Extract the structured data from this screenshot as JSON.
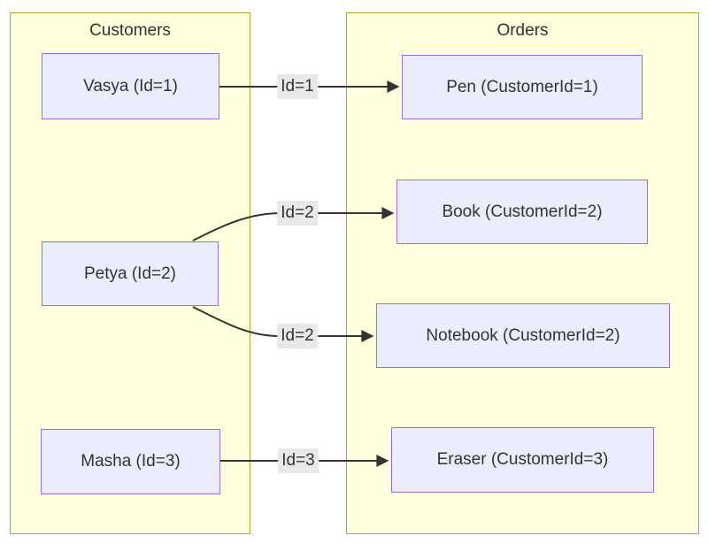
{
  "diagram": {
    "clusters": [
      {
        "id": "customers",
        "title": "Customers",
        "nodes": [
          {
            "label": "Vasya (Id=1)"
          },
          {
            "label": "Petya (Id=2)"
          },
          {
            "label": "Masha (Id=3)"
          }
        ]
      },
      {
        "id": "orders",
        "title": "Orders",
        "nodes": [
          {
            "label": "Pen (CustomerId=1)"
          },
          {
            "label": "Book (CustomerId=2)"
          },
          {
            "label": "Notebook (CustomerId=2)"
          },
          {
            "label": "Eraser (CustomerId=3)"
          }
        ]
      }
    ],
    "edges": [
      {
        "from": "Vasya (Id=1)",
        "to": "Pen (CustomerId=1)",
        "label": "Id=1"
      },
      {
        "from": "Petya (Id=2)",
        "to": "Book (CustomerId=2)",
        "label": "Id=2"
      },
      {
        "from": "Petya (Id=2)",
        "to": "Notebook (CustomerId=2)",
        "label": "Id=2"
      },
      {
        "from": "Masha (Id=3)",
        "to": "Eraser (CustomerId=3)",
        "label": "Id=3"
      }
    ]
  },
  "colors": {
    "background": "#ffffff",
    "cluster_fill": "#ffffde",
    "cluster_border": "#aaaa33",
    "node_fill": "#ececff",
    "node_border": "#9370db",
    "edge": "#333333",
    "edge_label_bg": "#e8e8e8",
    "text": "#333333"
  }
}
